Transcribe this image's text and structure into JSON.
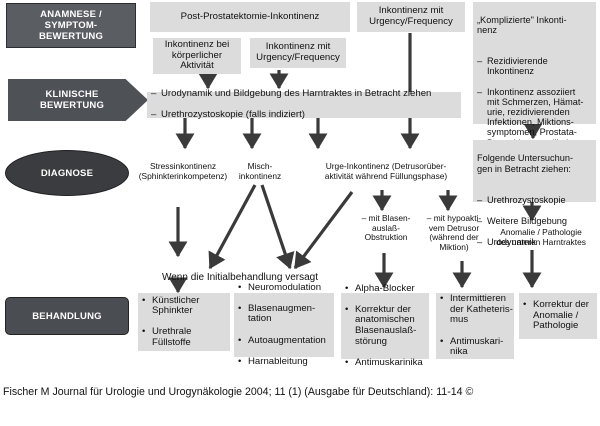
{
  "stages": {
    "anamnese": "ANAMNESE /\nSYMPTOM-\nBEWERTUNG",
    "klinische": "KLINISCHE\nBEWERTUNG",
    "diagnose": "DIAGNOSE",
    "behandlung": "BEHANDLUNG"
  },
  "top": {
    "post_prostatektomie": "Post-Prostatektomie-Inkontinenz",
    "urgency_top": "Inkontinenz mit\nUrgency/Frequency",
    "koerperlich": "Inkontinenz bei\nkörperlicher\nAktivität",
    "urgency_mid": "Inkontinenz mit\nUrgency/Frequency"
  },
  "complicated": {
    "title": "„Komplizierte\" Inkonti-\nnenz",
    "items": [
      "Rezidivierende\nInkontinenz",
      "Inkontinenz assoziiert\nmit Schmerzen, Hämat-\nurie, rezidivierenden\nInfektionen, Miktions-\nsymptomen, Prostata-\nBestrahlung, radikaler\nBeckenchirurgie"
    ]
  },
  "clinical": {
    "items": [
      "Urodynamik und Bildgebung des Harntraktes in Betracht ziehen",
      "Urethrozystoskopie (falls indiziert)"
    ]
  },
  "further": {
    "title": "Folgende Untersuchun-\ngen in Betracht ziehen:",
    "items": [
      "Urethrozystoskopie",
      "Weitere Bildgebung",
      "Urodynamik"
    ]
  },
  "diagnoses": {
    "stress": "Stressinkontinenz\n(Sphinkterinkompetenz)",
    "misch": "Misch-\ninkontinenz",
    "urge": "Urge-Inkontinenz (Detrusorüber-\naktivität während Füllungsphase)",
    "blasenauslass": "– mit Blasen-\nauslaß-\nObstruktion",
    "hypoaktiv": "– mit hypoakti-\nvem Detrusor\n(während der\nMiktion)",
    "anomalie": "Anomalie / Pathologie\ndes unteren Harntraktes",
    "initial_fail": "Wenn die Initialbehandlung versagt"
  },
  "treatments": [
    {
      "items": [
        "Künstlicher\nSphinkter",
        "Urethrale\nFüllstoffe"
      ]
    },
    {
      "items": [
        "Neuromodulation",
        "Blasenaugmen-\ntation",
        "Autoaugmentation",
        "Harnableitung"
      ]
    },
    {
      "items": [
        "Alpha-Blocker",
        "Korrektur der\nanatomischen\nBlasenauslaß-\nstörung",
        "Antimuskarinika"
      ]
    },
    {
      "items": [
        "Intermittieren\nder Katheteris-\nmus",
        "Antimuskari-\nnika"
      ]
    },
    {
      "items": [
        "Korrektur der\nAnomalie /\nPathologie"
      ]
    }
  ],
  "citation": "Fischer M Journal für Urologie und Urogynäkologie 2004; 11 (1) (Ausgabe für Deutschland): 11-14 ©"
}
